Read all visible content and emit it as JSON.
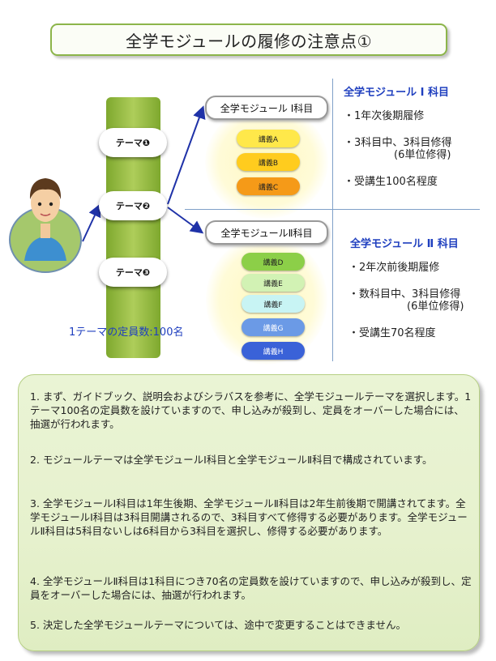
{
  "title": "全学モジュールの履修の注意点①",
  "themes": [
    "テーマ❶",
    "テーマ❷",
    "テーマ❸"
  ],
  "quota_label": "1テーマの定員数:100名",
  "module1": {
    "name": "全学モジュール Ⅰ科目",
    "courses": [
      {
        "label": "講義A",
        "color": "#ffe84a"
      },
      {
        "label": "講義B",
        "color": "#ffcc1e"
      },
      {
        "label": "講義C",
        "color": "#f59a18"
      }
    ],
    "info_title": "全学モジュール Ⅰ 科目",
    "info": [
      "・1年次後期履修",
      "・3科目中、3科目修得",
      "(6単位修得)",
      "・受講生100名程度"
    ]
  },
  "module2": {
    "name": "全学モジュールⅡ科目",
    "courses": [
      {
        "label": "講義D",
        "color": "#8ccf48"
      },
      {
        "label": "講義E",
        "color": "#d2f2b4"
      },
      {
        "label": "講義F",
        "color": "#c8f4f4"
      },
      {
        "label": "講義G",
        "color": "#6b9ae6"
      },
      {
        "label": "講義H",
        "color": "#3a62d8"
      }
    ],
    "info_title": "全学モジュール Ⅱ 科目",
    "info": [
      "・2年次前後期履修",
      "・数科目中、3科目修得",
      "(6単位修得)",
      "・受講生70名程度"
    ]
  },
  "notes": [
    "1. まず、ガイドブック、説明会およびシラバスを参考に、全学モジュールテーマを選択します。1テーマ100名の定員数を設けていますので、申し込みが殺到し、定員をオーバーした場合には、抽選が行われます。",
    "2. モジュールテーマは全学モジュールⅠ科目と全学モジュールⅡ科目で構成されています。",
    "3. 全学モジュールⅠ科目は1年生後期、全学モジュールⅡ科目は2年生前後期で開講されてます。全学モジュールⅠ科目は3科目開講されるので、3科目すべて修得する必要があります。全学モジュールⅡ科目は5科目ないしは6科目から3科目を選択し、修得する必要があります。",
    "4. 全学モジュールⅡ科目は1科目につき70名の定員数を設けていますので、申し込みが殺到し、定員をオーバーした場合には、抽選が行われます。",
    "5. 決定した全学モジュールテーマについては、途中で変更することはできません。"
  ]
}
